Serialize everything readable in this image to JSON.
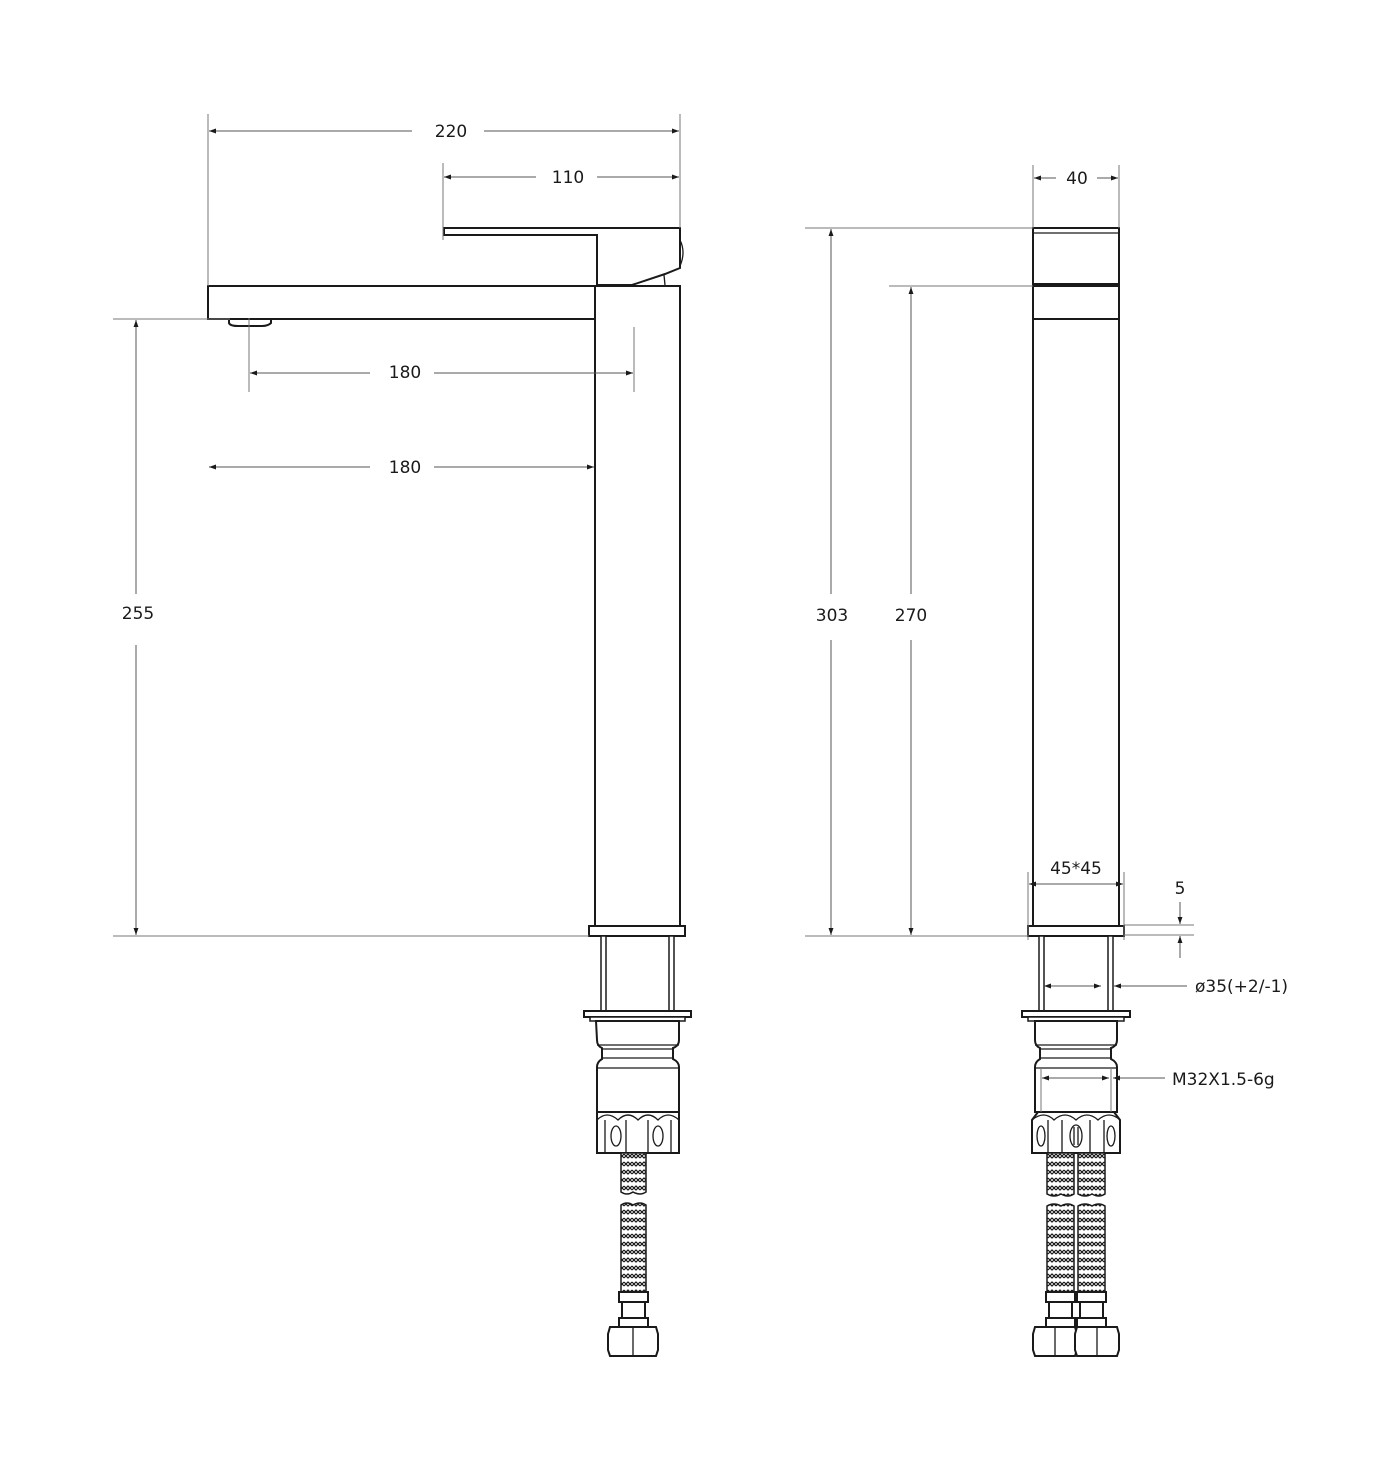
{
  "drawing": {
    "title": "Tall basin mixer faucet – technical dimension drawing",
    "line_color": "#1a1a1a",
    "dimension_color": "#555555",
    "background": "#ffffff"
  },
  "side_view": {
    "dimensions": {
      "overall_width": "220",
      "handle_length": "110",
      "aerator_to_thread": "180",
      "spout_reach": "180",
      "spout_height": "255"
    }
  },
  "front_view": {
    "dimensions": {
      "body_width": "40",
      "overall_height": "303",
      "spout_top_height": "270",
      "base_size": "45*45",
      "base_thickness": "5",
      "hole_diameter": "ø35(+2/-1)",
      "thread_spec": "M32X1.5-6g"
    }
  }
}
